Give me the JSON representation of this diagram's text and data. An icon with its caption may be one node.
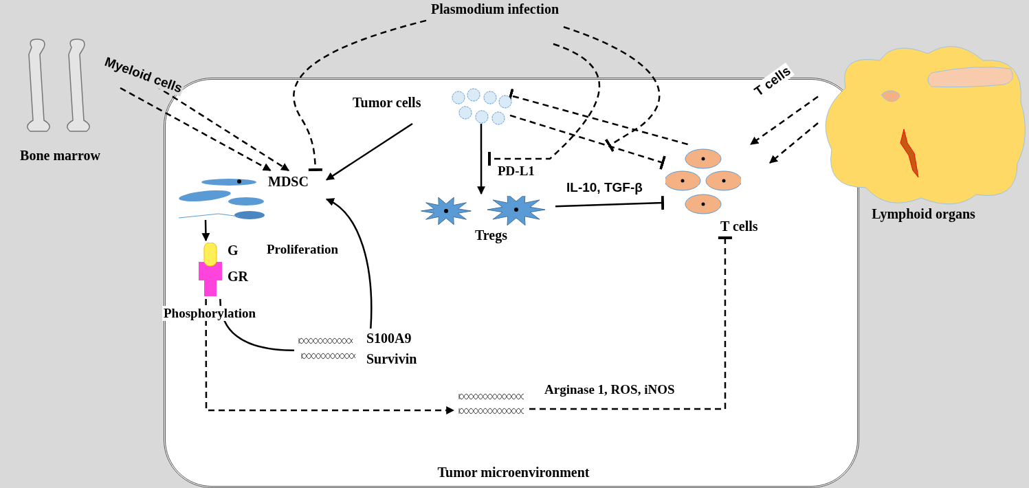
{
  "diagram": {
    "nodes": [
      {
        "text": [
          "Plasmodium infection"
        ]
      },
      {
        "text": [
          "Bone marrow"
        ]
      },
      {
        "text": [
          "Tumor microenvironment"
        ]
      },
      {
        "text": [
          "Tumor cells"
        ],
        "in": 2
      },
      {
        "text": [
          "MDSC"
        ],
        "in": 2
      },
      {
        "text": [
          "Tregs"
        ],
        "in": 2
      },
      {
        "text": [
          "T cells"
        ],
        "in": 2
      },
      {
        "text": [
          "G",
          "GR"
        ],
        "in": 2
      },
      {
        "text": [
          "S100A9",
          "Survivin"
        ],
        "in": 2
      },
      {
        "text": [],
        "shape": "picture",
        "in": 2
      },
      {
        "text": [
          "Lymphoid organs"
        ]
      }
    ],
    "edges": [
      {
        "from": 1,
        "to": 4,
        "arrow": "to",
        "style": "dashed",
        "label": "Myeloid cells"
      },
      {
        "from": 1,
        "to": 4,
        "arrow": "to",
        "style": "dashed"
      },
      {
        "from": 0,
        "to": 4,
        "arrow": "other",
        "style": "dashed"
      },
      {
        "from": 3,
        "to": 4,
        "arrow": "to"
      },
      {
        "from": 3,
        "to": 5,
        "arrow": "to",
        "label": "PD-L1"
      },
      {
        "from": 0,
        "to": null,
        "arrow": "other",
        "style": "dashed"
      },
      {
        "from": 0,
        "to": null,
        "arrow": "other",
        "style": "dashed"
      },
      {
        "from": 3,
        "to": 6,
        "arrow": "other",
        "style": "dashed"
      },
      {
        "from": 6,
        "to": 3,
        "arrow": "other",
        "style": "dashed"
      },
      {
        "from": 10,
        "to": 6,
        "arrow": "to",
        "style": "dashed",
        "label": "T cells"
      },
      {
        "from": 10,
        "to": 6,
        "arrow": "to",
        "style": "dashed"
      },
      {
        "from": 5,
        "to": 6,
        "arrow": "other",
        "label": "IL-10, TGF-β"
      },
      {
        "from": 4,
        "to": 7,
        "arrow": "to"
      },
      {
        "from": 8,
        "to": 7,
        "arrow": "none",
        "label": "Phosphorylation"
      },
      {
        "from": 8,
        "to": 4,
        "arrow": "to",
        "label": "Proliferation"
      },
      {
        "from": 7,
        "to": 9,
        "arrow": "to",
        "style": "dashed"
      },
      {
        "from": 9,
        "to": 6,
        "arrow": "other",
        "style": "dashed",
        "label": "Arginase 1, ROS, iNOS"
      }
    ]
  }
}
